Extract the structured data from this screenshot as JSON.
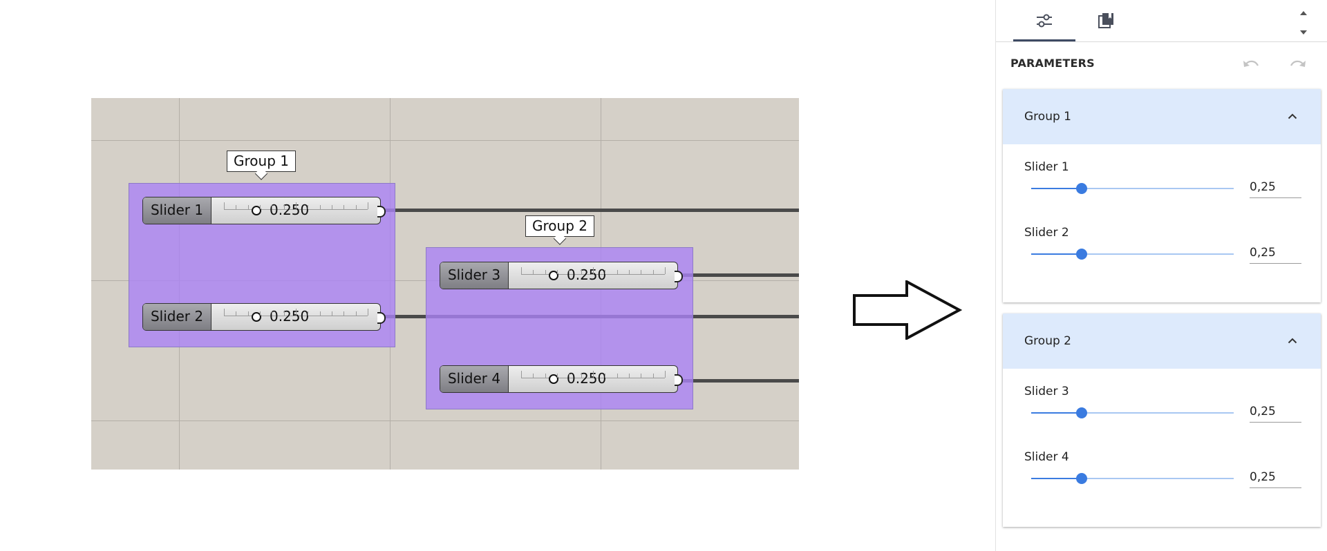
{
  "canvas": {
    "groups": [
      {
        "label": "Group 1",
        "sliders": [
          {
            "name": "Slider 1",
            "value": "0.250"
          },
          {
            "name": "Slider 2",
            "value": "0.250"
          }
        ]
      },
      {
        "label": "Group 2",
        "sliders": [
          {
            "name": "Slider 3",
            "value": "0.250"
          },
          {
            "name": "Slider 4",
            "value": "0.250"
          }
        ]
      }
    ]
  },
  "panel": {
    "tabs": [
      {
        "icon": "sliders-icon",
        "active": true
      },
      {
        "icon": "library-icon",
        "active": false
      }
    ],
    "title": "PARAMETERS",
    "groups": [
      {
        "label": "Group 1",
        "expanded": true,
        "sliders": [
          {
            "label": "Slider 1",
            "value": "0,25",
            "fraction": 0.25
          },
          {
            "label": "Slider 2",
            "value": "0,25",
            "fraction": 0.25
          }
        ]
      },
      {
        "label": "Group 2",
        "expanded": true,
        "sliders": [
          {
            "label": "Slider 3",
            "value": "0,25",
            "fraction": 0.25
          },
          {
            "label": "Slider 4",
            "value": "0,25",
            "fraction": 0.25
          }
        ]
      }
    ]
  },
  "colors": {
    "accent": "#3a7be0",
    "group_fill": "#b39ef0",
    "header_bg": "#ddeafc"
  }
}
